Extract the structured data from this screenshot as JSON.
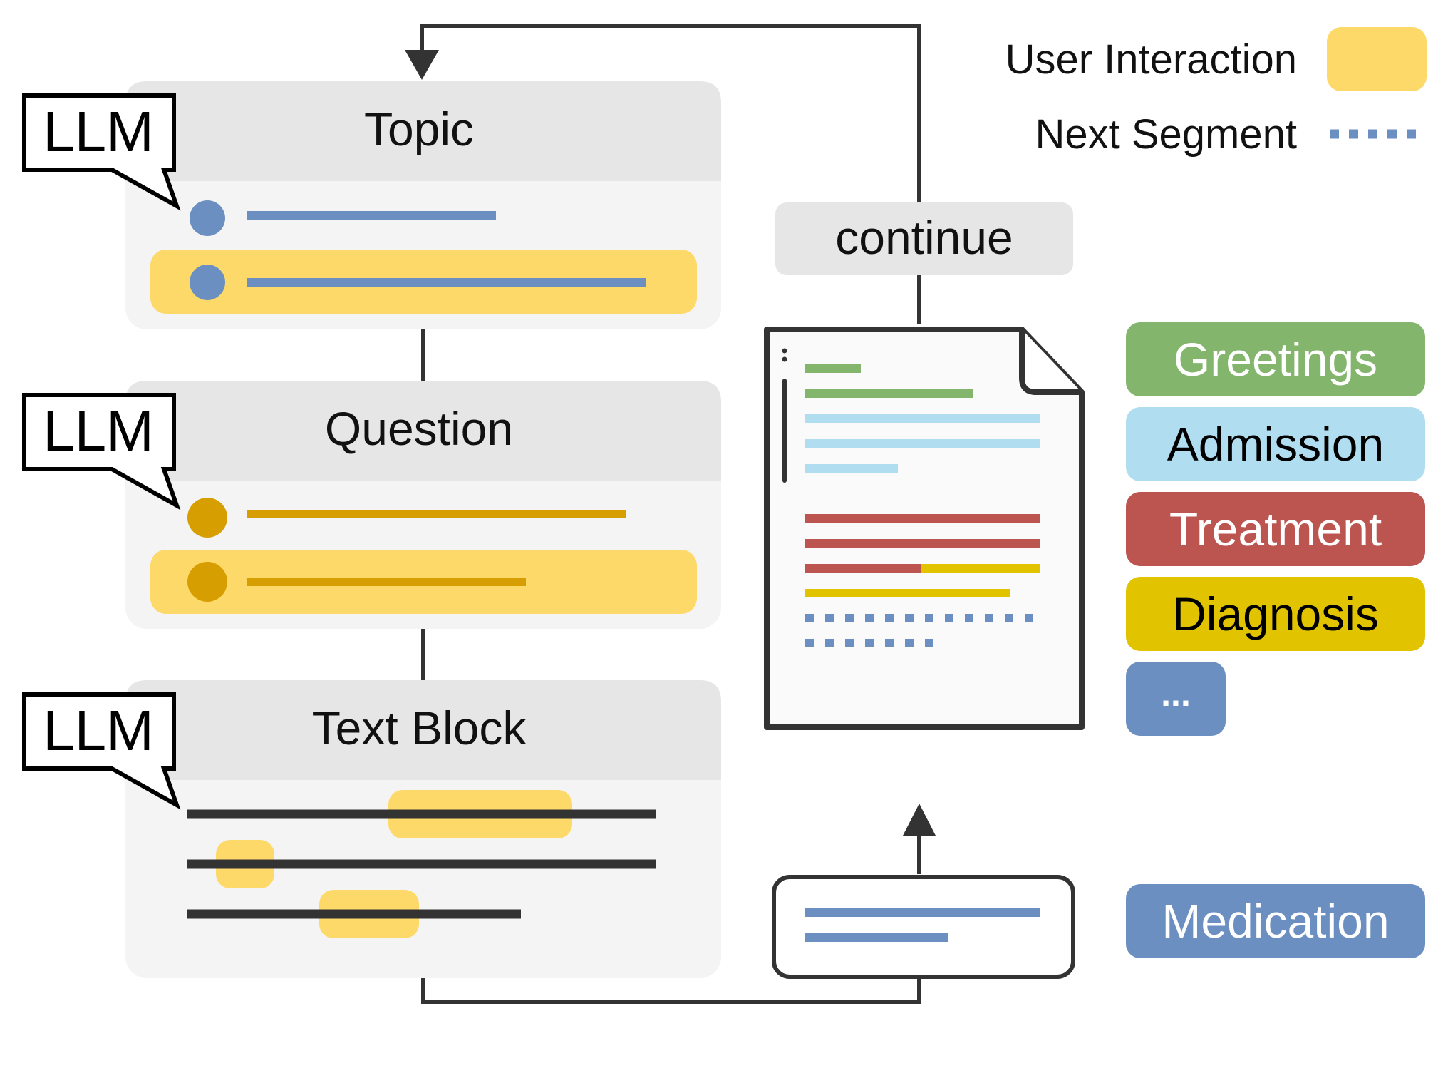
{
  "legend": {
    "user_interaction": {
      "label": "User Interaction",
      "color": "#FDD96A"
    },
    "next_segment": {
      "label": "Next Segment",
      "color": "#6B8FC1"
    }
  },
  "llm_badge": "LLM",
  "panels": [
    {
      "title": "Topic",
      "accent": "#6B8FC1"
    },
    {
      "title": "Question",
      "accent": "#D69E00"
    },
    {
      "title": "Text Block",
      "accent": "#333333"
    }
  ],
  "continue_button": "continue",
  "categories": [
    {
      "label": "Greetings",
      "color": "#84B56C",
      "text_color": "#FFFFFF"
    },
    {
      "label": "Admission",
      "color": "#B1DDF0",
      "text_color": "#000000"
    },
    {
      "label": "Treatment",
      "color": "#BC5550",
      "text_color": "#FFFFFF"
    },
    {
      "label": "Diagnosis",
      "color": "#E1C300",
      "text_color": "#000000"
    },
    {
      "label": "...",
      "color": "#6B8FC1",
      "text_color": "#FFFFFF"
    }
  ],
  "medication": {
    "label": "Medication",
    "color": "#6B8FC1",
    "text_color": "#FFFFFF"
  },
  "colors": {
    "panel_bg": "#F4F4F4",
    "panel_header": "#E6E6E6",
    "dark": "#333333",
    "highlight": "#FDD96A"
  }
}
